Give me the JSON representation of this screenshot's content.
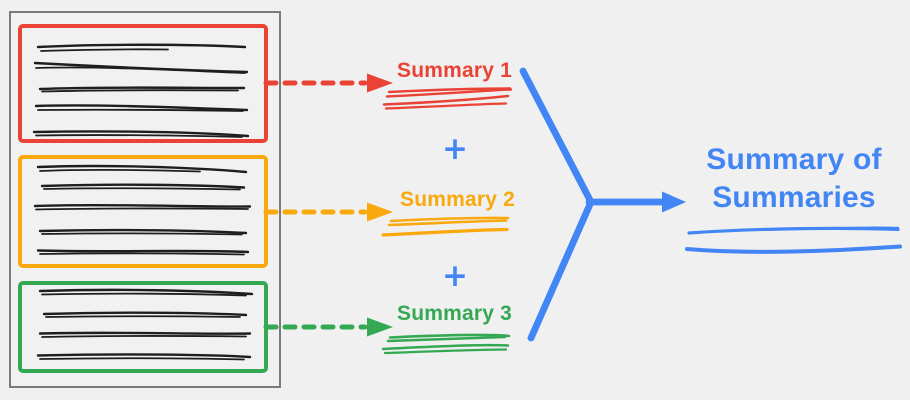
{
  "colors": {
    "bg": "#f0f0f0",
    "red": "#ea4335",
    "orange": "#f9a80d",
    "green": "#34a853",
    "blue": "#4285f4",
    "gray": "#7b7b7b",
    "ink": "#1e1e1e"
  },
  "document": {
    "sections": [
      {
        "id": "section-1",
        "accent": "red",
        "scribble_line_count": 5
      },
      {
        "id": "section-2",
        "accent": "orange",
        "scribble_line_count": 5
      },
      {
        "id": "section-3",
        "accent": "green",
        "scribble_line_count": 4
      }
    ]
  },
  "summaries": {
    "item1": {
      "label": "Summary 1",
      "accent": "red"
    },
    "item2": {
      "label": "Summary 2",
      "accent": "orange"
    },
    "item3": {
      "label": "Summary 3",
      "accent": "green"
    },
    "operator": "+"
  },
  "result": {
    "label": "Summary of Summaries",
    "accent": "blue"
  }
}
